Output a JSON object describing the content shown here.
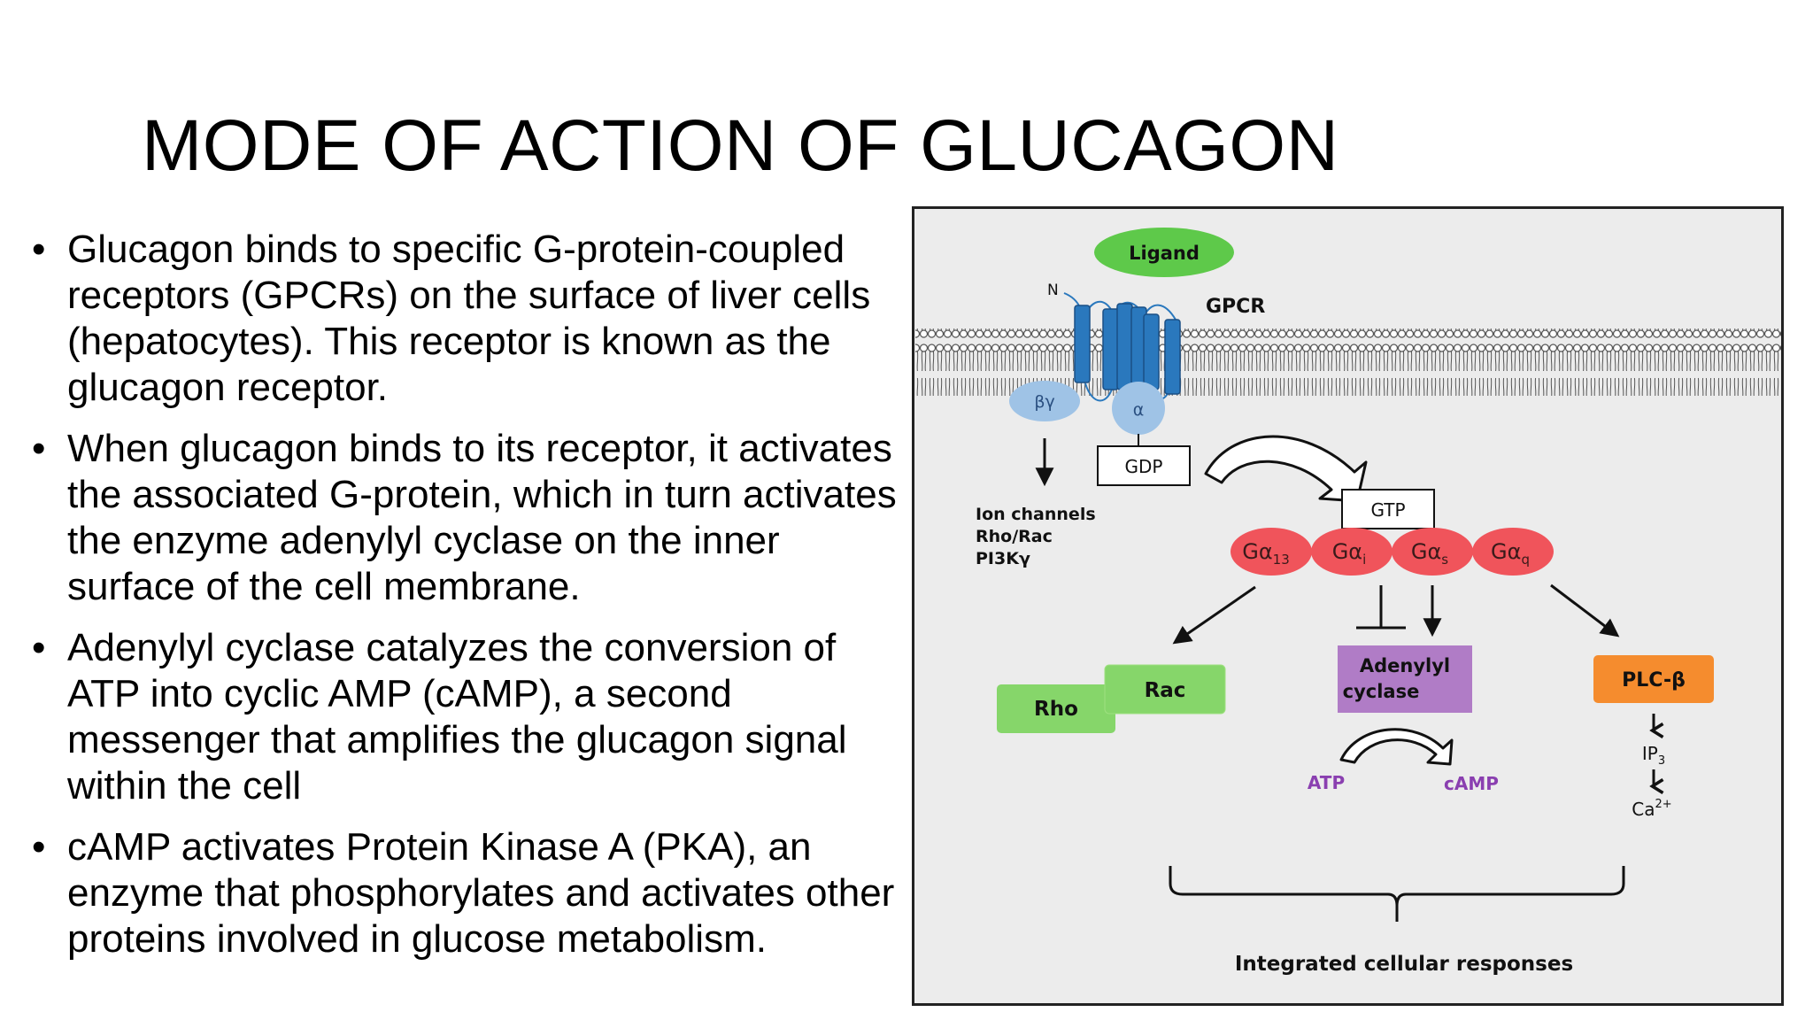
{
  "slide": {
    "title": "MODE OF ACTION OF GLUCAGON",
    "bullets": [
      "Glucagon binds to specific G-protein-coupled receptors (GPCRs) on the surface of liver cells (hepatocytes). This receptor is known as the glucagon receptor.",
      "When glucagon binds to its receptor, it activates the associated G-protein, which in turn activates the enzyme adenylyl cyclase on the inner surface of the cell membrane.",
      "Adenylyl cyclase catalyzes the conversion of ATP into cyclic AMP (cAMP), a second messenger that amplifies the glucagon signal within the cell",
      "cAMP activates Protein Kinase A (PKA), an enzyme that phosphorylates and activates other proteins involved in glucose metabolism."
    ],
    "bullet_symbol": "•"
  },
  "diagram": {
    "ligand": "Ligand",
    "n_terminus": "N",
    "gpcr": "GPCR",
    "beta_gamma": "βγ",
    "alpha": "α",
    "gdp": "GDP",
    "gtp": "GTP",
    "g_alpha": [
      {
        "base": "Gα",
        "sub": "13"
      },
      {
        "base": "Gα",
        "sub": "i"
      },
      {
        "base": "Gα",
        "sub": "s"
      },
      {
        "base": "Gα",
        "sub": "q"
      }
    ],
    "ion_channels": [
      "Ion channels",
      "Rho/Rac",
      "PI3Kγ"
    ],
    "rho": "Rho",
    "rac": "Rac",
    "adenylyl_cyclase": [
      "Adenylyl",
      "cyclase"
    ],
    "atp": "ATP",
    "camp": "cAMP",
    "plc": "PLC-β",
    "ip3": {
      "base": "IP",
      "sub": "3"
    },
    "ca": {
      "base": "Ca",
      "sup": "2+"
    },
    "integrated": "Integrated cellular responses",
    "colors": {
      "ligand": "#5ec94a",
      "receptor": "#2a78bd",
      "subunit": "#9fc3e6",
      "g_alpha": "#f0545b",
      "rho_rac": "#86d66a",
      "adenylyl": "#b07cc6",
      "plc": "#f58c2e",
      "product_text": "#8a3fb0",
      "panel_bg": "#ececec"
    }
  }
}
